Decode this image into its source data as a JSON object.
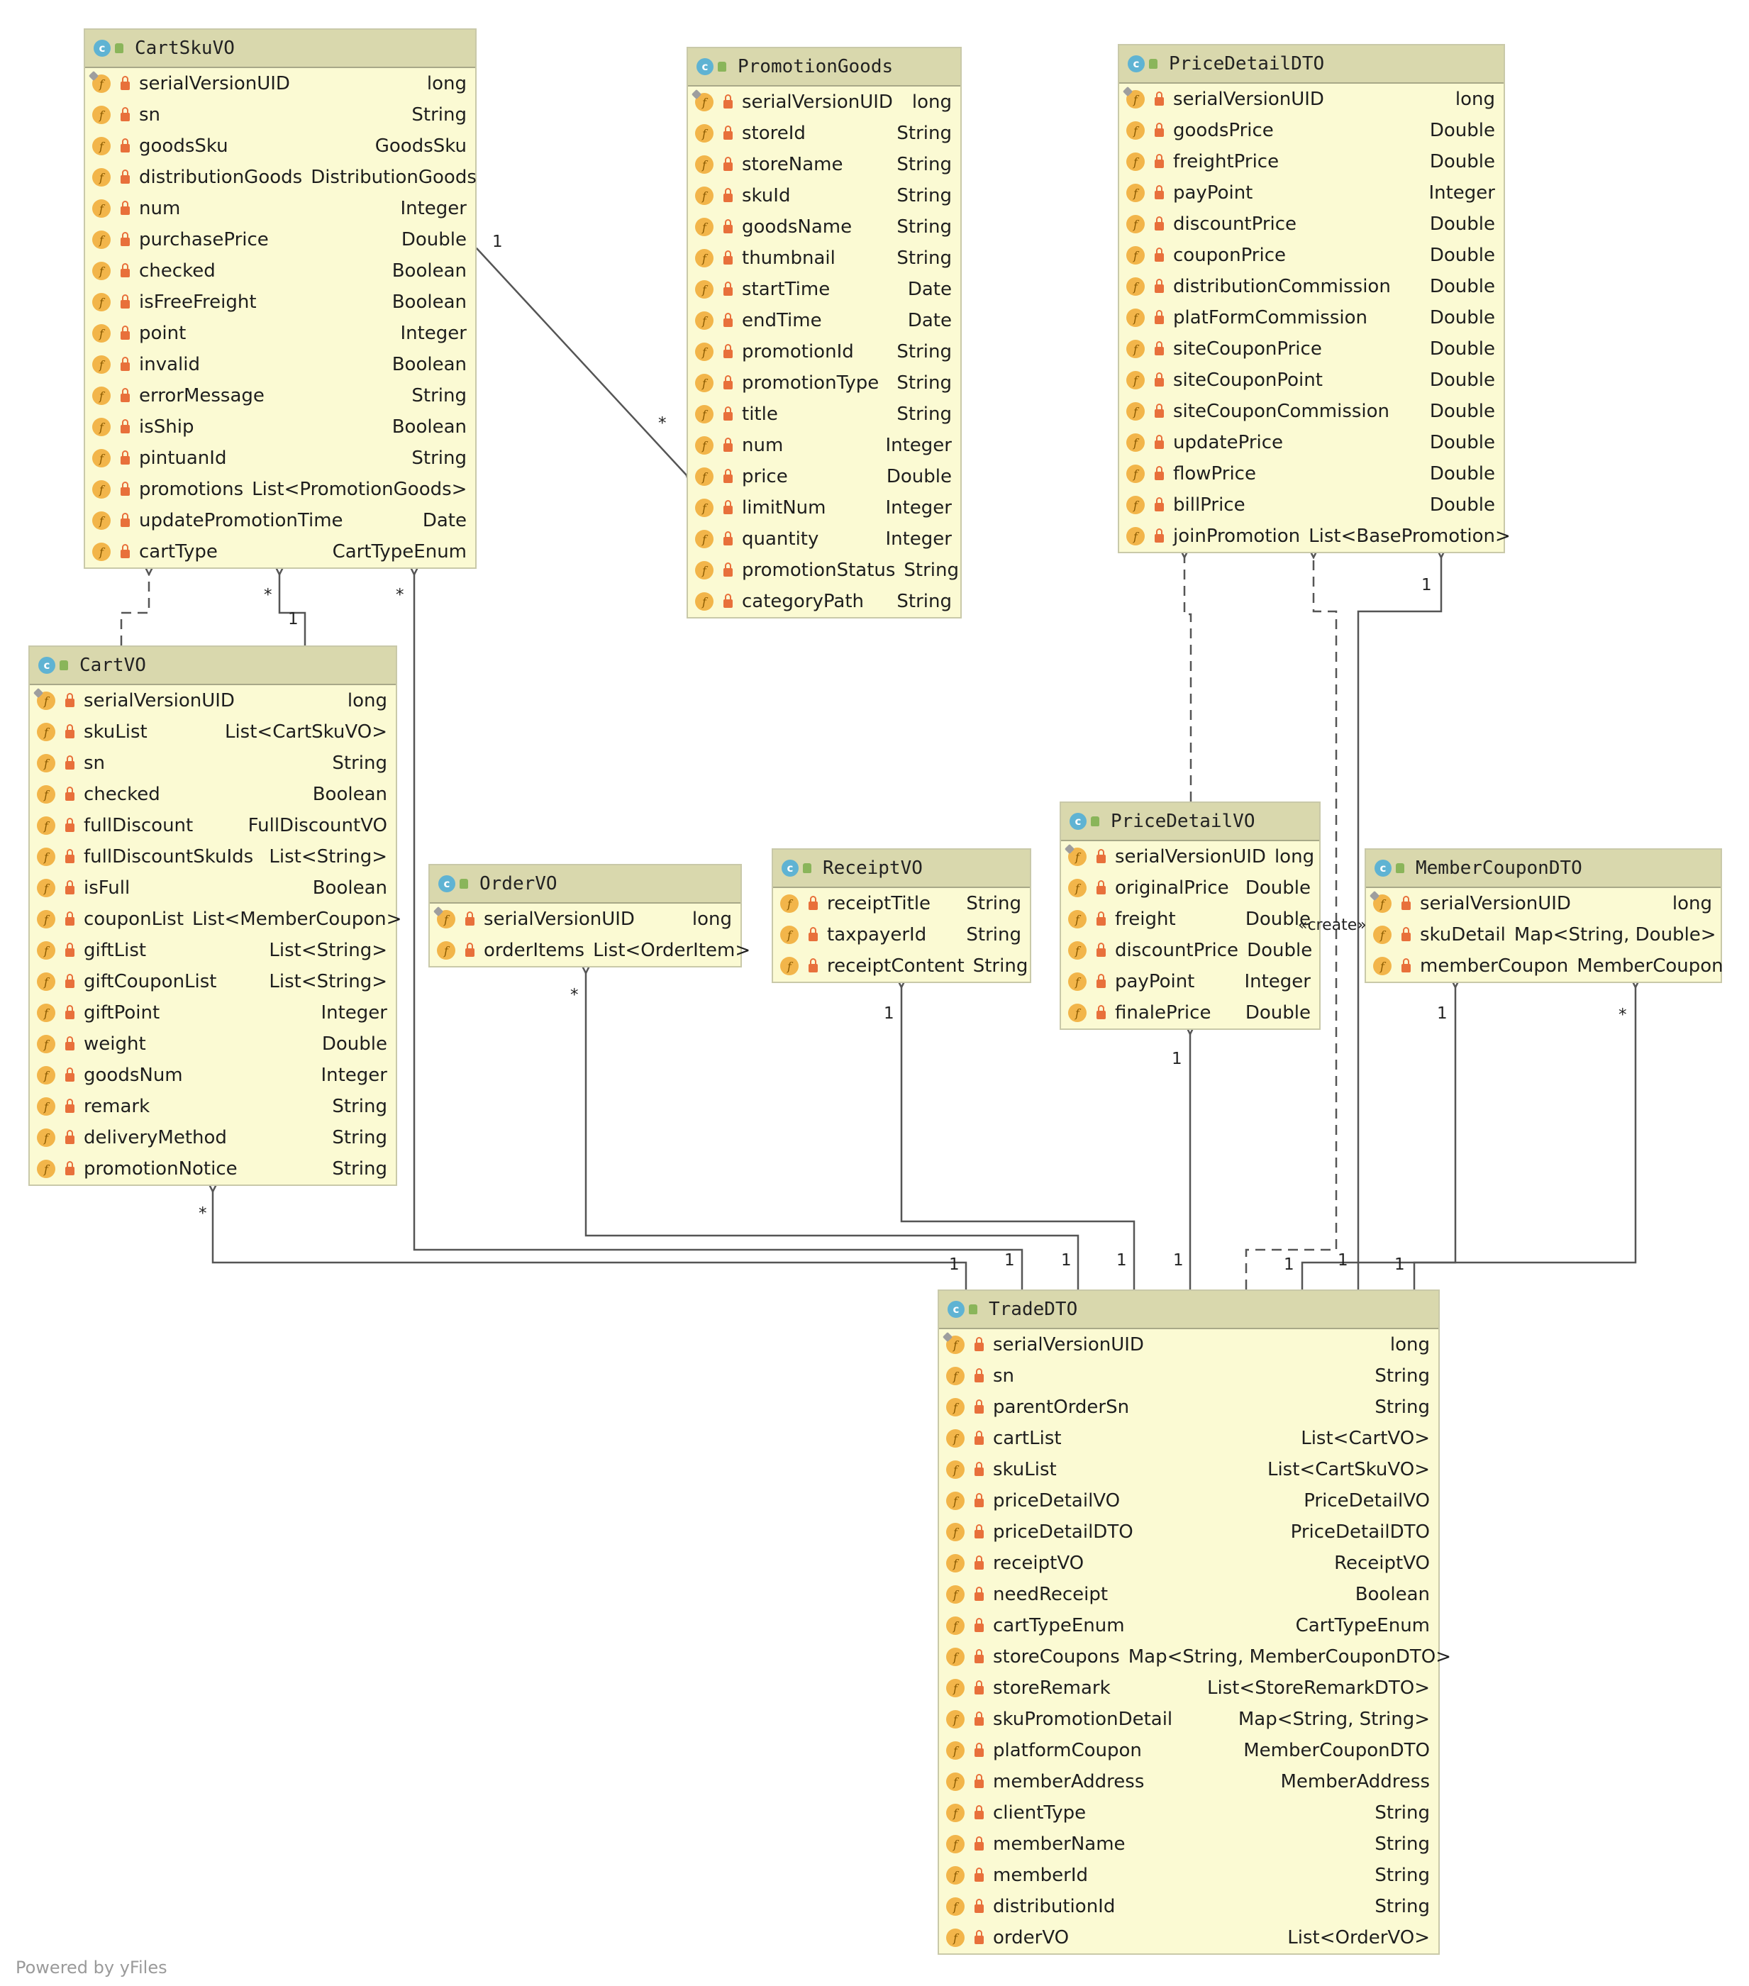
{
  "classes": {
    "CartSkuVO": {
      "name": "CartSkuVO",
      "fields": [
        {
          "name": "serialVersionUID",
          "type": "long",
          "static": true
        },
        {
          "name": "sn",
          "type": "String"
        },
        {
          "name": "goodsSku",
          "type": "GoodsSku"
        },
        {
          "name": "distributionGoods",
          "type": "DistributionGoods"
        },
        {
          "name": "num",
          "type": "Integer"
        },
        {
          "name": "purchasePrice",
          "type": "Double"
        },
        {
          "name": "checked",
          "type": "Boolean"
        },
        {
          "name": "isFreeFreight",
          "type": "Boolean"
        },
        {
          "name": "point",
          "type": "Integer"
        },
        {
          "name": "invalid",
          "type": "Boolean"
        },
        {
          "name": "errorMessage",
          "type": "String"
        },
        {
          "name": "isShip",
          "type": "Boolean"
        },
        {
          "name": "pintuanId",
          "type": "String"
        },
        {
          "name": "promotions",
          "type": "List<PromotionGoods>"
        },
        {
          "name": "updatePromotionTime",
          "type": "Date"
        },
        {
          "name": "cartType",
          "type": "CartTypeEnum"
        }
      ]
    },
    "PromotionGoods": {
      "name": "PromotionGoods",
      "fields": [
        {
          "name": "serialVersionUID",
          "type": "long",
          "static": true
        },
        {
          "name": "storeId",
          "type": "String"
        },
        {
          "name": "storeName",
          "type": "String"
        },
        {
          "name": "skuId",
          "type": "String"
        },
        {
          "name": "goodsName",
          "type": "String"
        },
        {
          "name": "thumbnail",
          "type": "String"
        },
        {
          "name": "startTime",
          "type": "Date"
        },
        {
          "name": "endTime",
          "type": "Date"
        },
        {
          "name": "promotionId",
          "type": "String"
        },
        {
          "name": "promotionType",
          "type": "String"
        },
        {
          "name": "title",
          "type": "String"
        },
        {
          "name": "num",
          "type": "Integer"
        },
        {
          "name": "price",
          "type": "Double"
        },
        {
          "name": "limitNum",
          "type": "Integer"
        },
        {
          "name": "quantity",
          "type": "Integer"
        },
        {
          "name": "promotionStatus",
          "type": "String"
        },
        {
          "name": "categoryPath",
          "type": "String"
        }
      ]
    },
    "PriceDetailDTO": {
      "name": "PriceDetailDTO",
      "fields": [
        {
          "name": "serialVersionUID",
          "type": "long",
          "static": true
        },
        {
          "name": "goodsPrice",
          "type": "Double"
        },
        {
          "name": "freightPrice",
          "type": "Double"
        },
        {
          "name": "payPoint",
          "type": "Integer"
        },
        {
          "name": "discountPrice",
          "type": "Double"
        },
        {
          "name": "couponPrice",
          "type": "Double"
        },
        {
          "name": "distributionCommission",
          "type": "Double"
        },
        {
          "name": "platFormCommission",
          "type": "Double"
        },
        {
          "name": "siteCouponPrice",
          "type": "Double"
        },
        {
          "name": "siteCouponPoint",
          "type": "Double"
        },
        {
          "name": "siteCouponCommission",
          "type": "Double"
        },
        {
          "name": "updatePrice",
          "type": "Double"
        },
        {
          "name": "flowPrice",
          "type": "Double"
        },
        {
          "name": "billPrice",
          "type": "Double"
        },
        {
          "name": "joinPromotion",
          "type": "List<BasePromotion>"
        }
      ]
    },
    "CartVO": {
      "name": "CartVO",
      "fields": [
        {
          "name": "serialVersionUID",
          "type": "long",
          "static": true
        },
        {
          "name": "skuList",
          "type": "List<CartSkuVO>"
        },
        {
          "name": "sn",
          "type": "String"
        },
        {
          "name": "checked",
          "type": "Boolean"
        },
        {
          "name": "fullDiscount",
          "type": "FullDiscountVO"
        },
        {
          "name": "fullDiscountSkuIds",
          "type": "List<String>"
        },
        {
          "name": "isFull",
          "type": "Boolean"
        },
        {
          "name": "couponList",
          "type": "List<MemberCoupon>"
        },
        {
          "name": "giftList",
          "type": "List<String>"
        },
        {
          "name": "giftCouponList",
          "type": "List<String>"
        },
        {
          "name": "giftPoint",
          "type": "Integer"
        },
        {
          "name": "weight",
          "type": "Double"
        },
        {
          "name": "goodsNum",
          "type": "Integer"
        },
        {
          "name": "remark",
          "type": "String"
        },
        {
          "name": "deliveryMethod",
          "type": "String"
        },
        {
          "name": "promotionNotice",
          "type": "String"
        }
      ]
    },
    "OrderVO": {
      "name": "OrderVO",
      "fields": [
        {
          "name": "serialVersionUID",
          "type": "long",
          "static": true
        },
        {
          "name": "orderItems",
          "type": "List<OrderItem>"
        }
      ]
    },
    "ReceiptVO": {
      "name": "ReceiptVO",
      "fields": [
        {
          "name": "receiptTitle",
          "type": "String"
        },
        {
          "name": "taxpayerId",
          "type": "String"
        },
        {
          "name": "receiptContent",
          "type": "String"
        }
      ]
    },
    "PriceDetailVO": {
      "name": "PriceDetailVO",
      "fields": [
        {
          "name": "serialVersionUID",
          "type": "long",
          "static": true
        },
        {
          "name": "originalPrice",
          "type": "Double"
        },
        {
          "name": "freight",
          "type": "Double"
        },
        {
          "name": "discountPrice",
          "type": "Double"
        },
        {
          "name": "payPoint",
          "type": "Integer"
        },
        {
          "name": "finalePrice",
          "type": "Double"
        }
      ]
    },
    "MemberCouponDTO": {
      "name": "MemberCouponDTO",
      "fields": [
        {
          "name": "serialVersionUID",
          "type": "long",
          "static": true
        },
        {
          "name": "skuDetail",
          "type": "Map<String, Double>"
        },
        {
          "name": "memberCoupon",
          "type": "MemberCoupon"
        }
      ]
    },
    "TradeDTO": {
      "name": "TradeDTO",
      "fields": [
        {
          "name": "serialVersionUID",
          "type": "long",
          "static": true
        },
        {
          "name": "sn",
          "type": "String"
        },
        {
          "name": "parentOrderSn",
          "type": "String"
        },
        {
          "name": "cartList",
          "type": "List<CartVO>"
        },
        {
          "name": "skuList",
          "type": "List<CartSkuVO>"
        },
        {
          "name": "priceDetailVO",
          "type": "PriceDetailVO"
        },
        {
          "name": "priceDetailDTO",
          "type": "PriceDetailDTO"
        },
        {
          "name": "receiptVO",
          "type": "ReceiptVO"
        },
        {
          "name": "needReceipt",
          "type": "Boolean"
        },
        {
          "name": "cartTypeEnum",
          "type": "CartTypeEnum"
        },
        {
          "name": "storeCoupons",
          "type": "Map<String, MemberCouponDTO>"
        },
        {
          "name": "storeRemark",
          "type": "List<StoreRemarkDTO>"
        },
        {
          "name": "skuPromotionDetail",
          "type": "Map<String, String>"
        },
        {
          "name": "platformCoupon",
          "type": "MemberCouponDTO"
        },
        {
          "name": "memberAddress",
          "type": "MemberAddress"
        },
        {
          "name": "clientType",
          "type": "String"
        },
        {
          "name": "memberName",
          "type": "String"
        },
        {
          "name": "memberId",
          "type": "String"
        },
        {
          "name": "distributionId",
          "type": "String"
        },
        {
          "name": "orderVO",
          "type": "List<OrderVO>"
        }
      ]
    }
  },
  "relations": [
    {
      "from": "TradeDTO",
      "to": "CartVO",
      "kind": "composition",
      "from_mult": "1",
      "to_mult": "*"
    },
    {
      "from": "TradeDTO",
      "to": "CartSkuVO",
      "kind": "composition",
      "from_mult": "1",
      "to_mult": "*"
    },
    {
      "from": "TradeDTO",
      "to": "OrderVO",
      "kind": "composition",
      "from_mult": "1",
      "to_mult": "*"
    },
    {
      "from": "TradeDTO",
      "to": "ReceiptVO",
      "kind": "composition",
      "from_mult": "1",
      "to_mult": "1"
    },
    {
      "from": "TradeDTO",
      "to": "PriceDetailVO",
      "kind": "composition",
      "from_mult": "1",
      "to_mult": "1"
    },
    {
      "from": "TradeDTO",
      "to": "PriceDetailDTO",
      "kind": "composition",
      "from_mult": "1",
      "to_mult": "1"
    },
    {
      "from": "TradeDTO",
      "to": "MemberCouponDTO",
      "kind": "composition",
      "from_mult": "1",
      "to_mult": "1"
    },
    {
      "from": "TradeDTO",
      "to": "MemberCouponDTO",
      "kind": "composition",
      "from_mult": "1",
      "to_mult": "*"
    },
    {
      "from": "CartVO",
      "to": "CartSkuVO",
      "kind": "composition",
      "from_mult": "1",
      "to_mult": "*"
    },
    {
      "from": "CartSkuVO",
      "to": "PromotionGoods",
      "kind": "composition",
      "from_mult": "1",
      "to_mult": "*"
    },
    {
      "from": "CartVO",
      "to": "CartSkuVO",
      "kind": "dependency"
    },
    {
      "from": "PriceDetailVO",
      "to": "PriceDetailDTO",
      "kind": "dependency"
    },
    {
      "from": "TradeDTO",
      "to": "PriceDetailDTO",
      "kind": "create",
      "label": "«create»"
    }
  ],
  "labels": {
    "create": "«create»",
    "mult_one": "1",
    "mult_many": "*"
  },
  "footer": "Powered by yFiles",
  "colors": {
    "class_body": "#fbfad3",
    "class_header": "#d9d8ad",
    "class_border": "#c9c9a9",
    "field_icon": "#f2b54a",
    "lock_icon": "#e8703b",
    "class_icon": "#5fb3d3",
    "edge": "#555555"
  }
}
